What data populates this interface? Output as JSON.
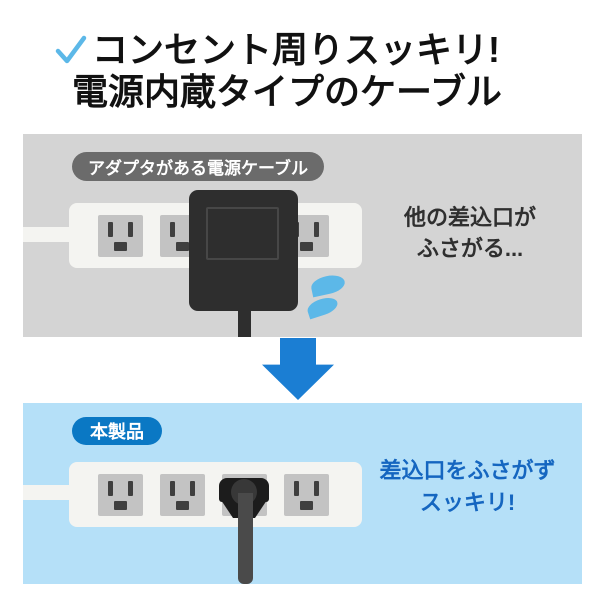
{
  "title": {
    "line1": "コンセント周りスッキリ!",
    "line2": "電源内蔵タイプのケーブル"
  },
  "comparison": {
    "before": {
      "badge_label": "アダプタがある電源ケーブル",
      "caption_line1": "他の差込口が",
      "caption_line2": "ふさがる..."
    },
    "after": {
      "badge_label": "本製品",
      "caption_line1": "差込口をふさがず",
      "caption_line2": "スッキリ!"
    }
  },
  "icons": {
    "check": "✓",
    "down_arrow": "⬇",
    "sweat_drops": "💦"
  },
  "colors": {
    "title_text": "#111111",
    "check_blue": "#5cb8e8",
    "gray_panel_bg": "#d4d4d4",
    "gray_badge_bg": "#6b6b6b",
    "badge_text": "#ffffff",
    "gray_caption_text": "#2f2f2f",
    "strip_body": "#f4f4f1",
    "outlet_face": "#c3c3c3",
    "outlet_slot": "#3f3f3f",
    "adapter_body": "#2e2e2e",
    "arrow_blue": "#1b7ed3",
    "blue_panel_bg": "#b5e0f8",
    "blue_badge_bg": "#0a78c4",
    "blue_caption_text": "#1566c0",
    "plug_body": "#1c1c1c",
    "plug_cable": "#4a4a4a"
  }
}
